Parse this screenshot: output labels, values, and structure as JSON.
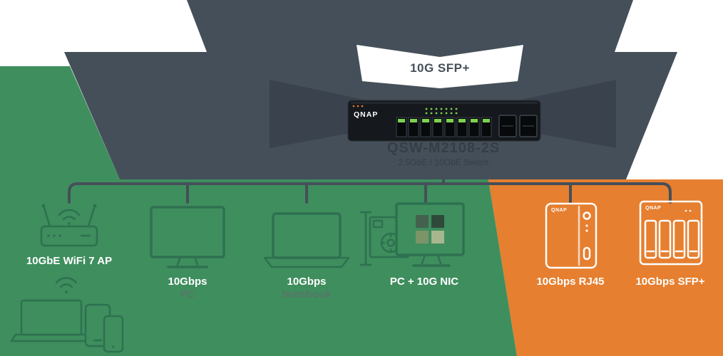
{
  "colors": {
    "green": "#3f8e5e",
    "orange": "#e67f2f",
    "slate": "#454f59",
    "slate_dark": "#3a434d",
    "line": "#454f59",
    "icon_stroke": "#2e7150",
    "label_secondary": "#567768",
    "led_green": "#7dd14f"
  },
  "ribbon": {
    "label": "10G SFP+"
  },
  "switch": {
    "brand": "QNAP",
    "model": "QSW-M2108-2S",
    "subtitle": "2.5GbE / 10GbE Switch"
  },
  "devices": [
    {
      "id": "wifi-ap",
      "label": "10GbE WiFi 7 AP"
    },
    {
      "id": "pc",
      "label": "10Gbps",
      "sublabel": "PC"
    },
    {
      "id": "notebook",
      "label": "10Gbps",
      "sublabel": "Notebook"
    },
    {
      "id": "pc-nic",
      "label": "PC + 10G NIC"
    },
    {
      "id": "nas-rj45",
      "label": "10Gbps RJ45",
      "brand": "QNAP"
    },
    {
      "id": "nas-sfp",
      "label": "10Gbps SFP+",
      "brand": "QNAP"
    }
  ],
  "icons": {
    "wifi_ap": "wifi-router-with-antennas",
    "clients": "laptop-tablet-phone-with-wifi",
    "pc": "desktop-monitor",
    "notebook": "laptop",
    "pc_nic": "monitor-with-pcie-nic-card",
    "nas_rj45": "qnap-2bay-nas-tower",
    "nas_sfp": "qnap-4bay-nas-tower",
    "switch": "qnap-10gbe-switch-front"
  }
}
